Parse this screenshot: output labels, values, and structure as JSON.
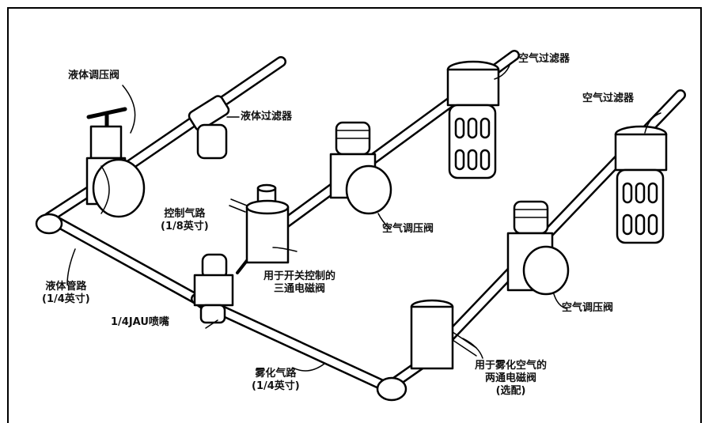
{
  "labels": {
    "liquid_regulator": "液体调压阀",
    "liquid_filter": "液体过滤器",
    "air_filter_1": "空气过滤器",
    "air_filter_2": "空气过滤器",
    "control_air_line": "控制气路",
    "control_air_line_size": "(1/8英寸)",
    "air_regulator_1": "空气调压阀",
    "onoff_valve_1": "用于开关控制的",
    "onoff_valve_2": "三通电磁阀",
    "liquid_line": "液体管路",
    "liquid_line_size": "(1/4英寸)",
    "nozzle": "1/4JAU喷嘴",
    "air_regulator_2": "空气调压阀",
    "atomizing_air_line": "雾化气路",
    "atomizing_air_line_size": "(1/4英寸)",
    "atomizing_valve_1": "用于雾化空气的",
    "atomizing_valve_2": "两通电磁阀",
    "atomizing_valve_3": "(选配)"
  }
}
